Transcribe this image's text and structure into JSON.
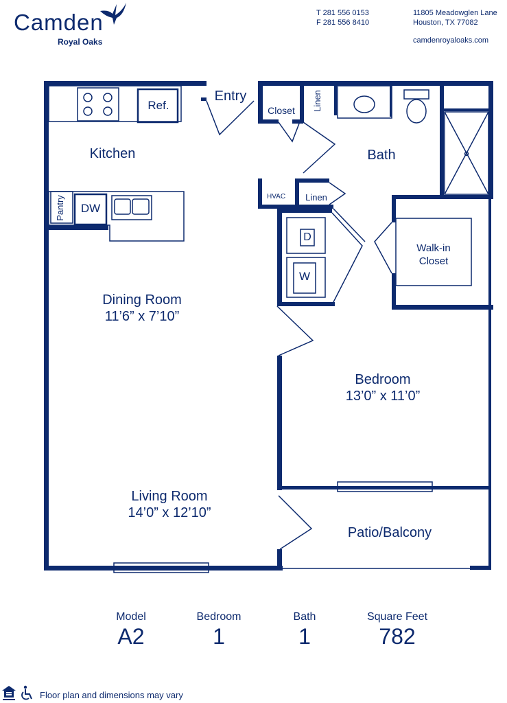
{
  "brand": {
    "name": "Camden",
    "subtitle": "Royal Oaks",
    "color": "#0d2a6e"
  },
  "contact": {
    "phone": "T 281 556 0153",
    "fax": "F 281 556 8410",
    "address_line1": "11805 Meadowglen Lane",
    "address_line2": "Houston, TX 77082",
    "website": "camdenroyaloaks.com"
  },
  "rooms": {
    "entry": "Entry",
    "kitchen": "Kitchen",
    "ref": "Ref.",
    "pantry": "Pantry",
    "dw": "DW",
    "closet": "Closet",
    "linen_top": "Linen",
    "bath": "Bath",
    "hvac": "HVAC",
    "linen_mid": "Linen",
    "dryer": "D",
    "washer": "W",
    "walkin_line1": "Walk-in",
    "walkin_line2": "Closet",
    "dining_name": "Dining Room",
    "dining_dims": "11’6” x 7’10”",
    "bedroom_name": "Bedroom",
    "bedroom_dims": "13’0” x 11’0”",
    "living_name": "Living Room",
    "living_dims": "14’0” x 12’10”",
    "patio": "Patio/Balcony"
  },
  "stats": {
    "model_label": "Model",
    "model_value": "A2",
    "bedroom_label": "Bedroom",
    "bedroom_value": "1",
    "bath_label": "Bath",
    "bath_value": "1",
    "sqft_label": "Square Feet",
    "sqft_value": "782"
  },
  "footer": {
    "disclaimer": "Floor plan and dimensions may vary",
    "housing_icon": "equal-housing-opportunity-icon",
    "accessibility_icon": "wheelchair-accessibility-icon"
  }
}
